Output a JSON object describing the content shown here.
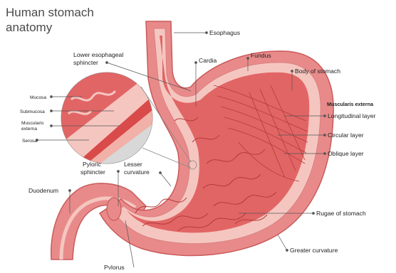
{
  "title_line1": "Human stomach",
  "title_line2": "anatomy",
  "labels": {
    "esophagus": "Esophagus",
    "lower_sphincter_1": "Lower esophageal",
    "lower_sphincter_2": "sphincter",
    "cardia": "Cardia",
    "fundus": "Fundus",
    "body": "Body of stomach",
    "muscularis_externa": "Muscularis externa",
    "longitudinal": "Longitudinal layer",
    "circular": "Circular layer",
    "oblique": "Oblique layer",
    "mucosa": "Mucosa",
    "submucosa": "Submucosa",
    "muscularis_1": "Muscularis",
    "muscularis_2": "externa",
    "serosa": "Serosa",
    "pyloric_1": "Pyloric",
    "pyloric_2": "sphincter",
    "lesser_1": "Lesser",
    "lesser_2": "curvature",
    "duodenum": "Duodenum",
    "rugae": "Rugae of stomach",
    "greater": "Greater curvature",
    "pylorus": "Pylorus"
  },
  "colors": {
    "outer": "#e98a8a",
    "outer_edge": "#c95a5a",
    "inner_light": "#f5c6c0",
    "lumen": "#e26565",
    "rugae": "#b53a3a",
    "muscle": "#d94a4a"
  }
}
